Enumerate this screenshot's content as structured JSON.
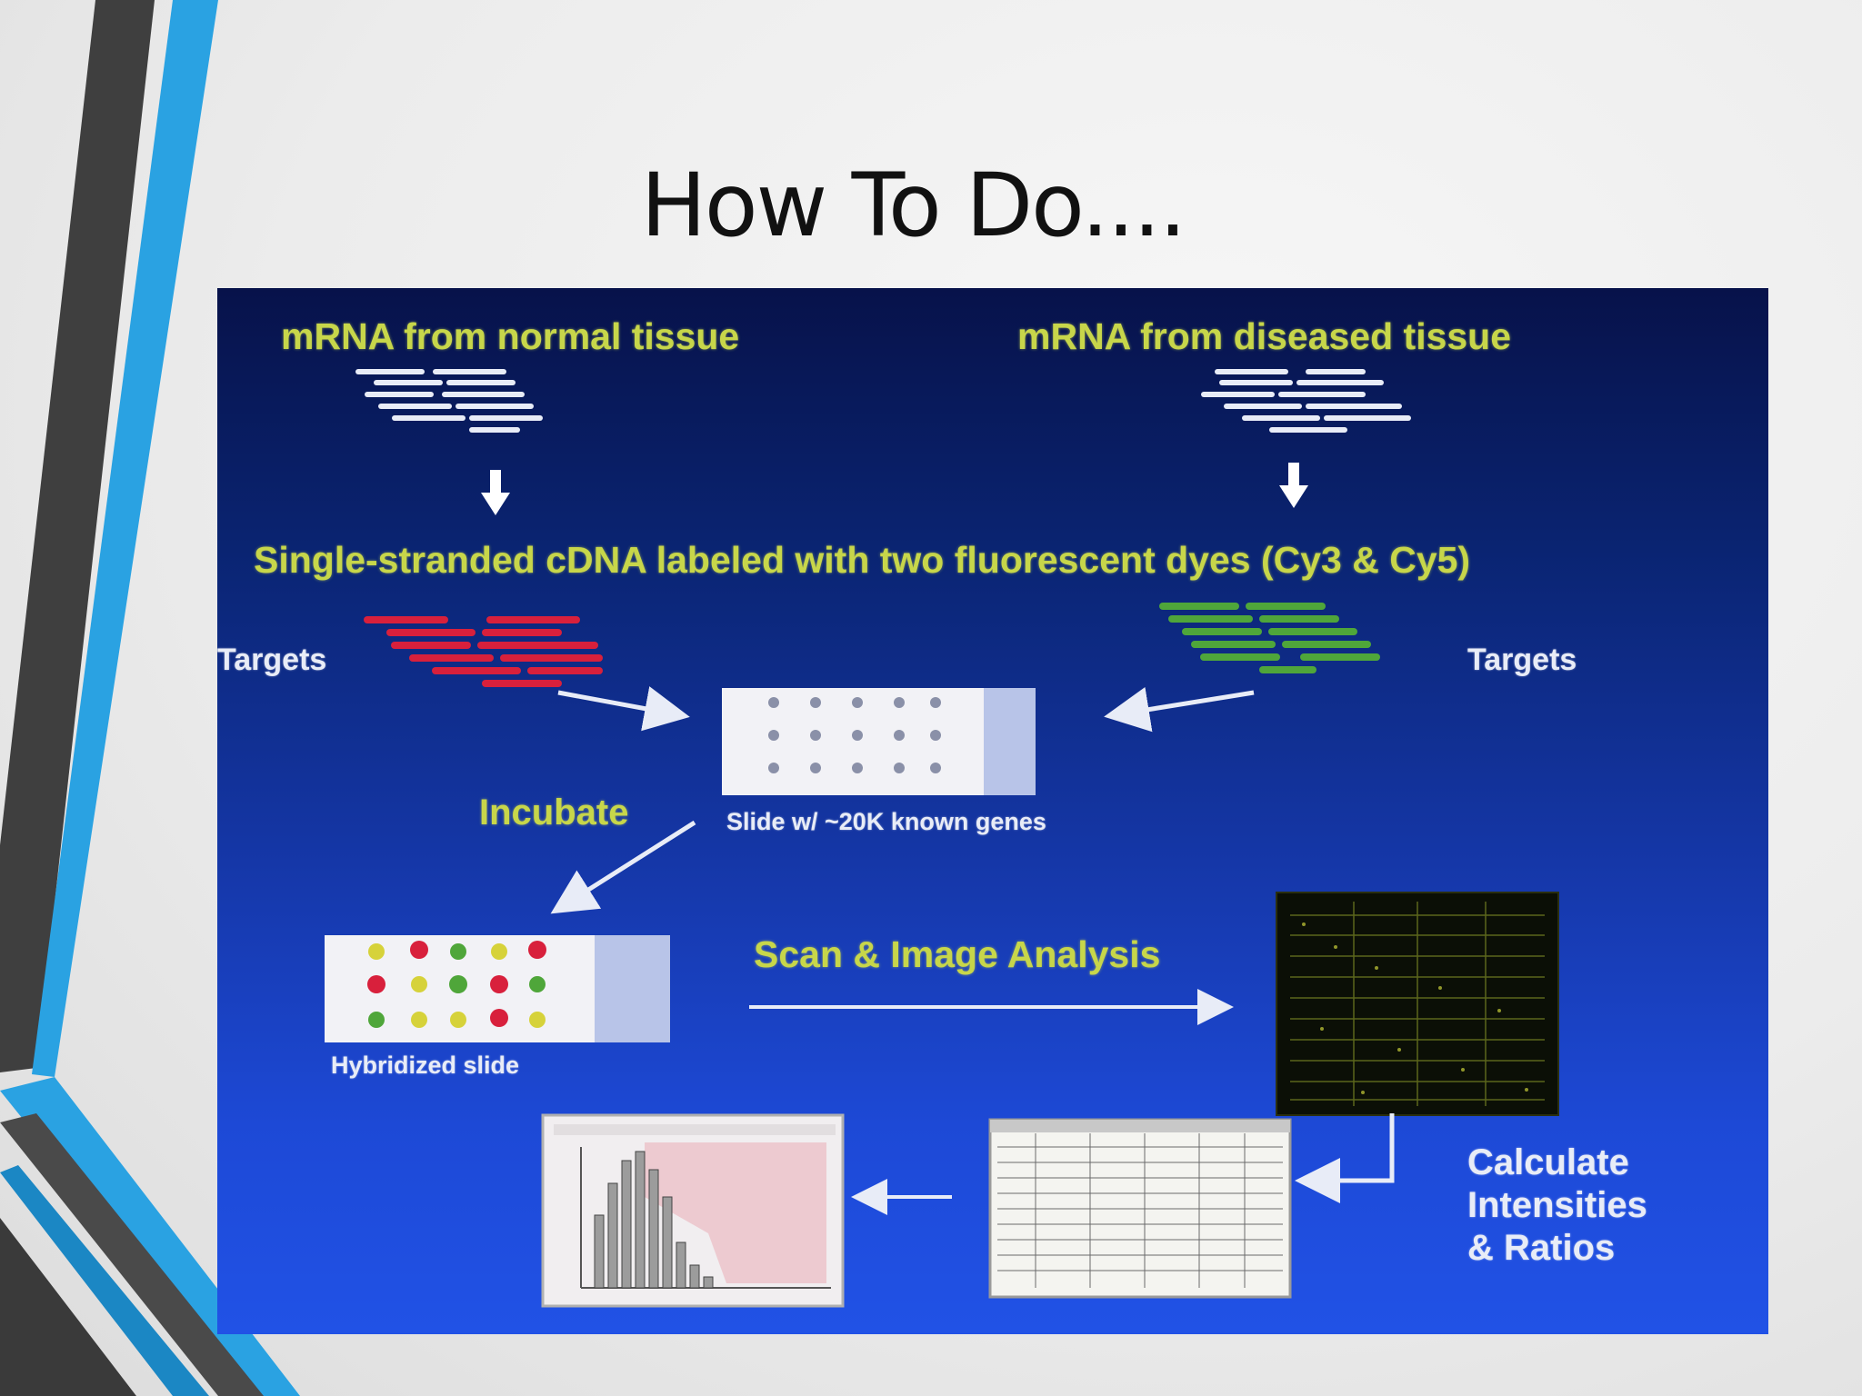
{
  "slide": {
    "title": "How To Do...."
  },
  "diagram": {
    "mrna_normal": "mRNA from normal tissue",
    "mrna_diseased": "mRNA from diseased tissue",
    "cdna_label": "Single-stranded cDNA labeled with two fluorescent dyes (Cy3 & Cy5)",
    "targets_left": "Targets",
    "targets_right": "Targets",
    "incubate": "Incubate",
    "slide_caption": "Slide w/ ~20K known genes",
    "scan_label": "Scan & Image Analysis",
    "hybridized_caption": "Hybridized slide",
    "calc_line1": "Calculate",
    "calc_line2": "Intensities",
    "calc_line3": "& Ratios"
  },
  "colors": {
    "title_text": "#111111",
    "label_yellow_green": "#c7d64a",
    "label_white": "#e8ecf7",
    "cy5_red": "#d8203c",
    "cy3_green": "#4fa63a",
    "spot_yellow": "#d6d23a",
    "accent_blue": "#2a9fe0",
    "stripe_dark": "#3d3d3d"
  }
}
